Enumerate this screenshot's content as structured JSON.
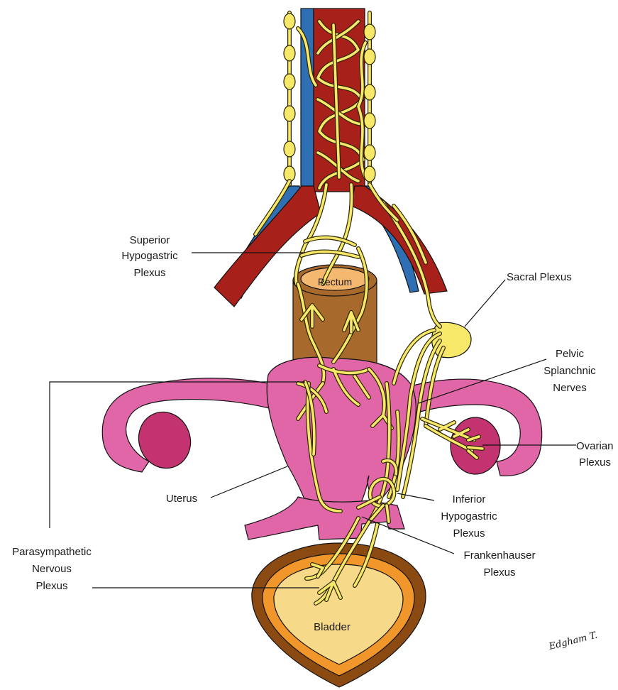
{
  "labels": {
    "superior_hypogastric": [
      "Superior",
      "Hypogastric",
      "Plexus"
    ],
    "rectum": "Rectum",
    "sacral_plexus": "Sacral Plexus",
    "pelvic_splanchnic": [
      "Pelvic",
      "Splanchnic",
      "Nerves"
    ],
    "ovarian_plexus": [
      "Ovarian",
      "Plexus"
    ],
    "uterus": "Uterus",
    "inferior_hypogastric": [
      "Inferior",
      "Hypogastric",
      "Plexus"
    ],
    "parasympathetic": [
      "Parasympathetic",
      "Nervous",
      "Plexus"
    ],
    "frankenhauser": [
      "Frankenhauser",
      "Plexus"
    ],
    "bladder": "Bladder",
    "signature": "Edgham T."
  },
  "colors": {
    "artery": "#a8201a",
    "vein": "#2f6fb3",
    "nerve": "#f7e86a",
    "rectum": "#a86a2c",
    "rectum_top": "#f5b870",
    "uterus": "#e066a8",
    "ovary": "#c2336f",
    "bladder_outer": "#8a4a12",
    "bladder_mid": "#f0962a",
    "bladder_inner": "#f7d98a"
  }
}
